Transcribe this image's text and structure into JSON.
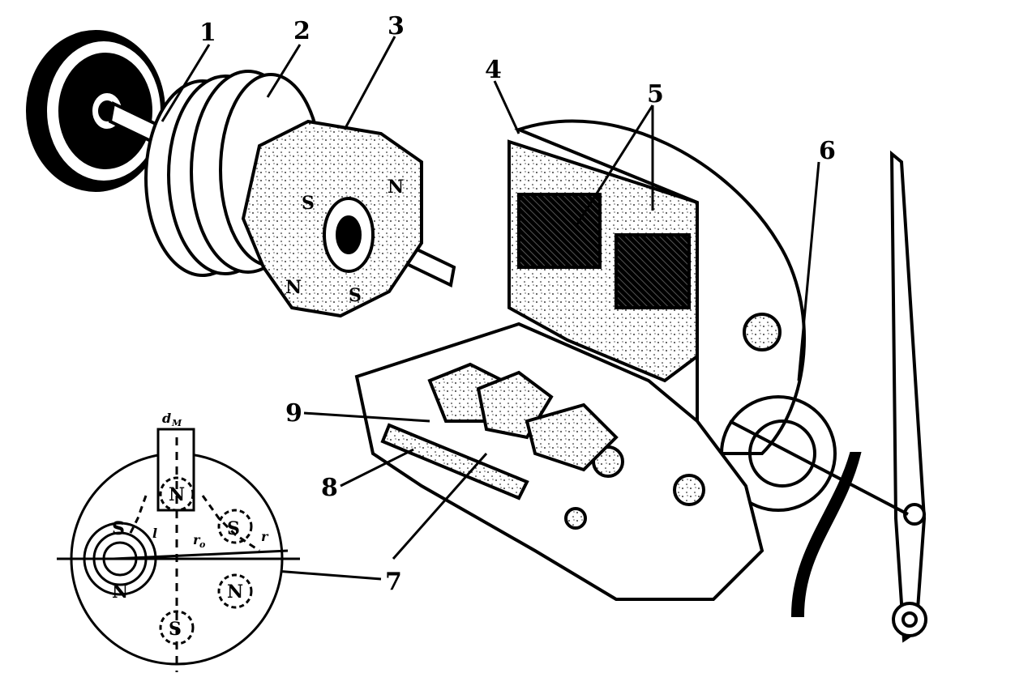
{
  "callouts": [
    "1",
    "2",
    "3",
    "4",
    "5",
    "6",
    "7",
    "8",
    "9"
  ],
  "symbols": {
    "d_m": "d",
    "d_m_sub": "M",
    "l": "l",
    "r_o": "r",
    "r_o_sub": "o",
    "r": "r"
  },
  "poles": {
    "magnet_letters_top": [
      "S",
      "N"
    ],
    "magnet_letters_bottom": [
      "N",
      "S"
    ],
    "inset": [
      "N",
      "S",
      "N",
      "S",
      "S",
      "N"
    ]
  },
  "colors": {
    "ink": "#000000",
    "paper": "#ffffff"
  }
}
